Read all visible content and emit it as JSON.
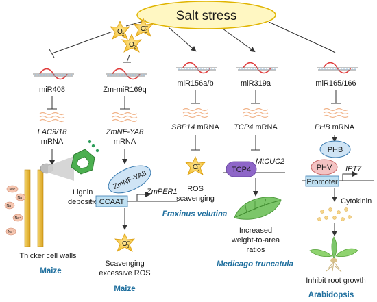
{
  "title": "Salt stress",
  "ros": "O",
  "ros_sub": "2",
  "ros_sup": "–",
  "colors": {
    "title_fill": "#fff7c2",
    "title_stroke": "#e0b400",
    "title_text": "#2b75b8",
    "star": "#f6c52f",
    "species": "#1f6f9e"
  },
  "col1": {
    "mirna": "miR408",
    "target": "LAC9/18",
    "target_suffix": "mRNA",
    "lignin": "Lignin",
    "deposition": "deposition",
    "cell_walls": "Thicker cell walls",
    "na": "Na⁺",
    "species": "Maize"
  },
  "col2": {
    "mirna": "Zm-miR169q",
    "target": "ZmNF-YA8",
    "target_suffix": "mRNA",
    "protein": "ZmNF-YA8",
    "motif": "CCAAT",
    "gene": "ZmPER1",
    "outcome_line1": "Scavenging",
    "outcome_line2": "excessive ROS",
    "species": "Maize"
  },
  "col3": {
    "mirna": "miR156a/b",
    "target": "SBP14",
    "target_suffix": "mRNA",
    "outcome_line1": "ROS",
    "outcome_line2": "scavenging",
    "species": "Fraxinus velutina"
  },
  "col4": {
    "mirna": "miR319a",
    "target": "TCP4",
    "target_suffix": "mRNA",
    "protein": "TCP4",
    "gene": "MtCUC2",
    "outcome_line1": "Increased",
    "outcome_line2": "weight-to-area",
    "outcome_line3": "ratios",
    "species": "Medicago truncatula"
  },
  "col5": {
    "mirna": "miR165/166",
    "target": "PHB",
    "target_suffix": "mRNA",
    "protein1": "PHB",
    "protein2": "PHV",
    "promoter": "Promoter",
    "gene": "IPT7",
    "cytokinin": "Cytokinin",
    "outcome": "Inhibit root growth",
    "species": "Arabidopsis"
  }
}
